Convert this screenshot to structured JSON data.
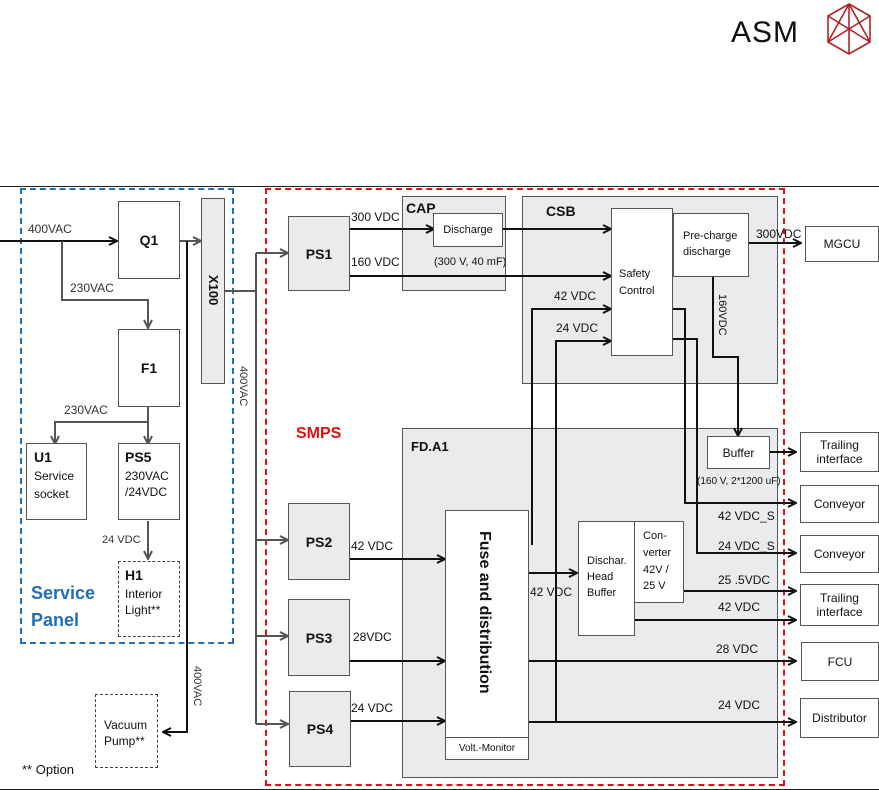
{
  "logo": {
    "text": "ASM",
    "icon": "asm-crystal-icon",
    "color": "#b22222"
  },
  "regions": {
    "service_panel": {
      "title_line1": "Service",
      "title_line2": "Panel",
      "color": "#1f6fb9"
    },
    "smps": {
      "title": "SMPS",
      "color": "#e01010"
    }
  },
  "blocks": {
    "q1": "Q1",
    "x100": "X100",
    "f1": "F1",
    "u1": {
      "title": "U1",
      "line1": "Service",
      "line2": "socket"
    },
    "ps5": {
      "title": "PS5",
      "line1": "230VAC",
      "line2": "/24VDC"
    },
    "h1": {
      "title": "H1",
      "line1": "Interior",
      "line2": "Light**"
    },
    "vacuum_pump": {
      "line1": "Vacuum",
      "line2": "Pump**"
    },
    "ps1": "PS1",
    "ps2": "PS2",
    "ps3": "PS3",
    "ps4": "PS4",
    "cap": {
      "title": "CAP",
      "discharge": "Discharge",
      "rating": "(300 V, 40 mF)"
    },
    "csb": {
      "title": "CSB",
      "safety_line1": "Safety",
      "safety_line2": "Control",
      "precharge_line1": "Pre-charge",
      "precharge_line2": "discharge"
    },
    "fda1": {
      "title": "FD.A1",
      "fuse": "Fuse and distribution",
      "volt_monitor": "Volt.-Monitor",
      "buffer": "Buffer",
      "buffer_rating": "(160 V, 2*1200 uF)",
      "dischar_line1": "Dischar.",
      "dischar_line2": "Head",
      "dischar_line3": "Buffer",
      "conv_line1": "Con-",
      "conv_line2": "verter",
      "conv_line3": "42V /",
      "conv_line4": "25 V"
    }
  },
  "outputs": {
    "mgcu": "MGCU",
    "trailing1_line1": "Trailing",
    "trailing1_line2": "interface",
    "conveyor1": "Conveyor",
    "conveyor2": "Conveyor",
    "trailing2_line1": "Trailing",
    "trailing2_line2": "interface",
    "fcu": "FCU",
    "distributor": "Distributor"
  },
  "wire_labels": {
    "in_400vac": "400VAC",
    "vac230_a": "230VAC",
    "vac230_b": "230VAC",
    "vdc24_ps5": "24 VDC",
    "vac400_x100": "400VAC",
    "vac400_pump": "400VAC",
    "vdc300_ps1": "300 VDC",
    "vdc160_ps1": "160 VDC",
    "vdc42_csb": "42 VDC",
    "vdc24_csb": "24 VDC",
    "vdc300_mgcu": "300VDC",
    "vdc160_vert": "160VDC",
    "vdc42_ps2": "42 VDC",
    "vdc28_ps3": "28VDC",
    "vdc24_ps4": "24 VDC",
    "vdc42_fuse": "42 VDC",
    "vdc42_s": "42 VDC_S",
    "vdc24_s": "24 VDC_S",
    "vdc25_5": "25 .5VDC",
    "vdc42_trail": "42 VDC",
    "vdc28_fcu": "28 VDC",
    "vdc24_dist": "24 VDC"
  },
  "footnote": "** Option"
}
